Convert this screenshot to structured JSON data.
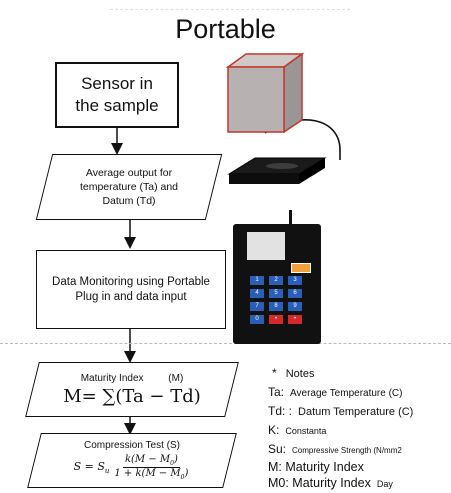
{
  "title": "Portable",
  "flow": {
    "sensor": "Sensor in the sample",
    "average_output": "Average output for temperature (Ta) and Datum (Td)",
    "data_monitoring": "Data Monitoring using Portable Plug in and data input",
    "maturity_label": "Maturity Index",
    "maturity_symbol": "(M)",
    "maturity_formula": "M= ∑(Ta − Td)",
    "compression_label": "Compression Test (S)"
  },
  "notes": {
    "heading": "Notes",
    "items": [
      {
        "key": "Ta:",
        "value": "Average Temperature (C)"
      },
      {
        "key": "Td: :",
        "value": "Datum Temperature (C)"
      },
      {
        "key": "K:",
        "value": "Constanta"
      },
      {
        "key": "Su:",
        "value": "Compressive Strength (N/mm2"
      },
      {
        "key": "M: Maturity Index",
        "value": ""
      },
      {
        "key": "M0: Maturity Index",
        "value": "Day"
      }
    ]
  },
  "device": {
    "keys": [
      "1",
      "2",
      "3",
      "4",
      "5",
      "6",
      "7",
      "8",
      "9",
      "0",
      "•",
      "•"
    ]
  },
  "colors": {
    "cube_edge": "#c0392b",
    "device_body": "#111111",
    "keypad_blue": "#2a5fb8",
    "keypad_red": "#d42a2a",
    "battery": "#f0a13a"
  }
}
